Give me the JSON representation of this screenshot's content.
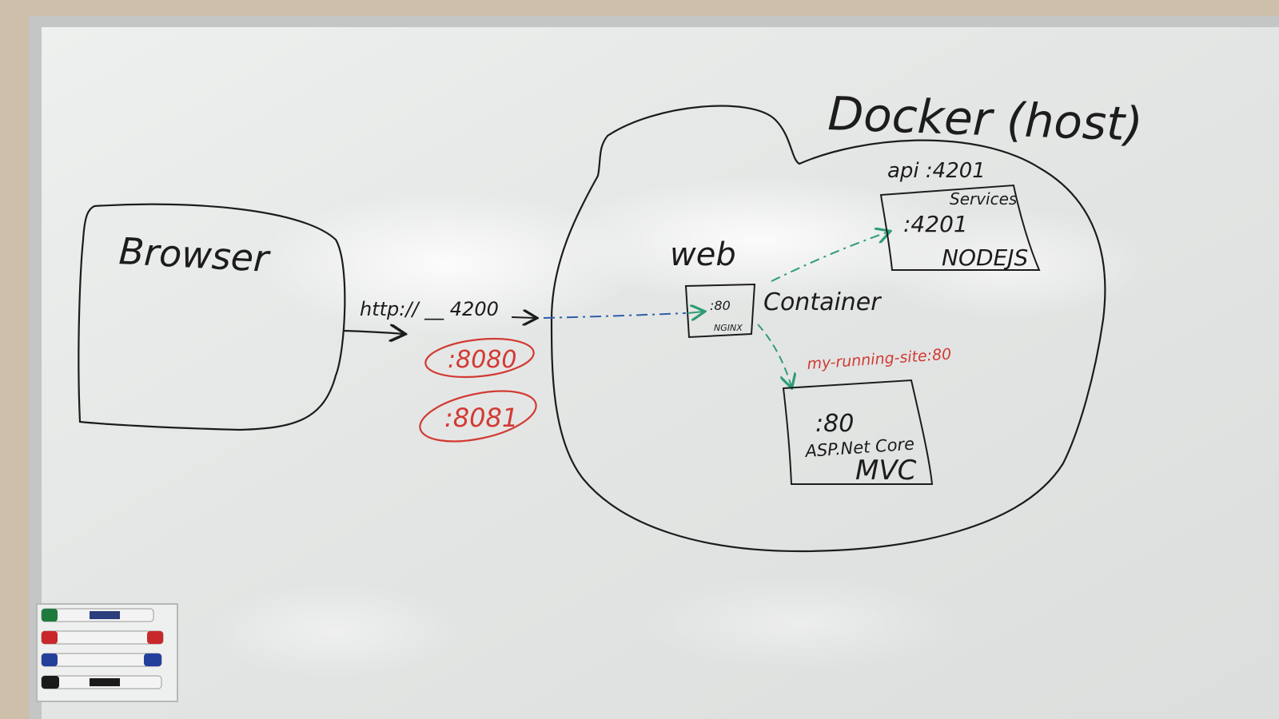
{
  "diagram": {
    "title": "Docker (host)",
    "browser_label": "Browser",
    "url_label": "http:// __ 4200",
    "port_ellipses": [
      ":8080",
      ":8081"
    ],
    "web_label": "web",
    "container_label": "Container",
    "nginx": {
      "port": ":80",
      "name": "NGINX"
    },
    "api_label": "api :4201",
    "services_label": "Services",
    "node": {
      "port": ":4201",
      "name": "NODEJS"
    },
    "route_label": "my-running-site:80",
    "aspnet": {
      "port": ":80",
      "name": "ASP.Net Core",
      "sub": "MVC"
    }
  },
  "colors": {
    "ink_black": "#1c1c1c",
    "ink_red": "#d23a33",
    "ink_green": "#2f9c74",
    "ink_blue": "#2d5fa8",
    "board": "#e7e9e8",
    "frame": "#b9bcbc"
  },
  "markers": [
    {
      "color": "#1f7a3e",
      "icon": "marker-icon"
    },
    {
      "color": "#c8282a",
      "icon": "marker-icon"
    },
    {
      "color": "#233f9c",
      "icon": "marker-icon"
    },
    {
      "color": "#1a1a1a",
      "icon": "marker-icon"
    }
  ]
}
